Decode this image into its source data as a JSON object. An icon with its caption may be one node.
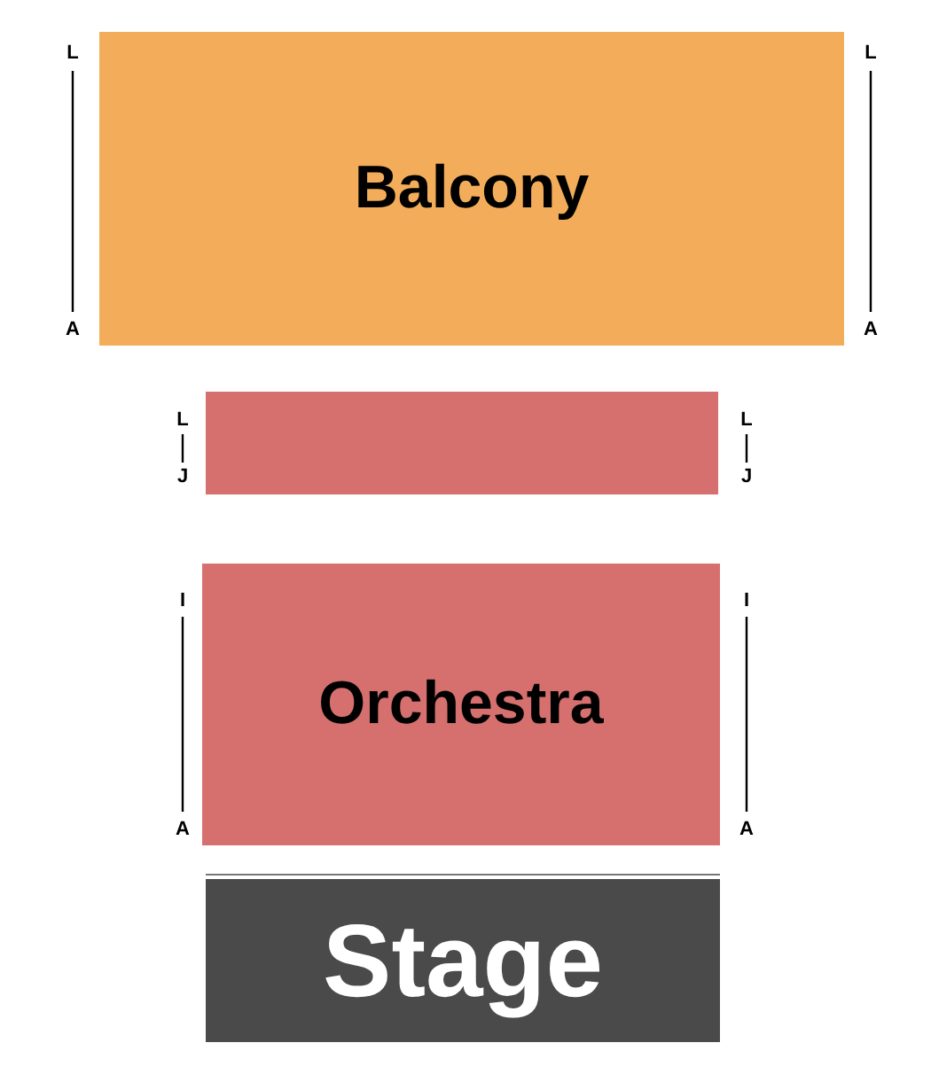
{
  "diagram": {
    "nodes": [
      {
        "text": [
          "Balcony"
        ]
      },
      {
        "text": [],
        "shape": "box"
      },
      {
        "text": [
          "Orchestra"
        ]
      },
      {
        "text": [
          "Stage"
        ]
      }
    ],
    "labels": [
      "L",
      "L",
      "A",
      "A",
      "L",
      "L",
      "J",
      "J",
      "I",
      "I",
      "A",
      "A"
    ]
  }
}
